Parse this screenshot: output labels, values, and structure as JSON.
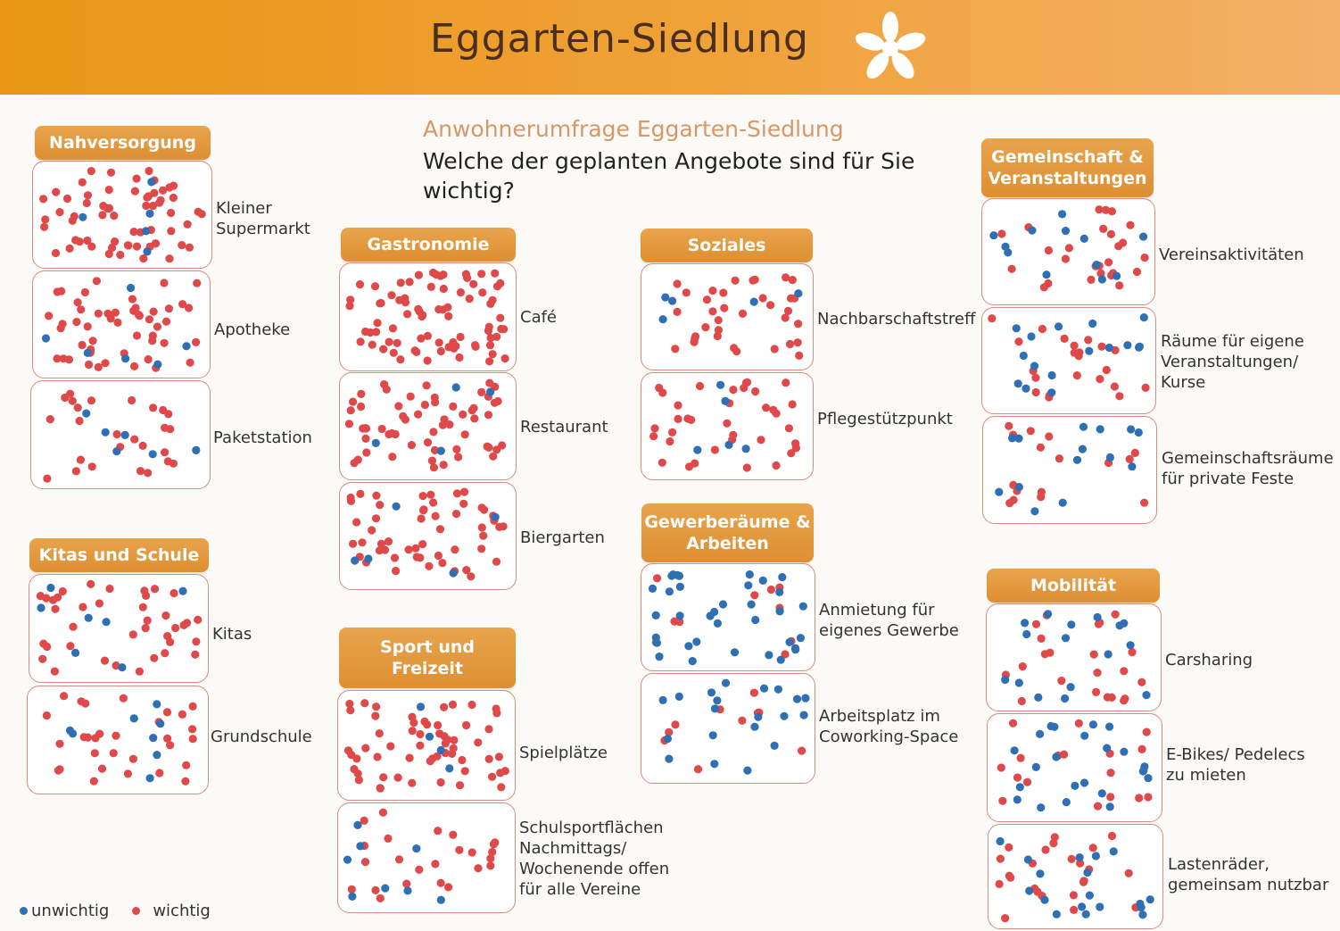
{
  "header": {
    "title": "Eggarten-Siedlung"
  },
  "survey": {
    "subtitle": "Anwohnerumfrage Eggarten-Siedlung",
    "question": "Welche der geplanten Angebote sind für Sie wichtig?"
  },
  "colors": {
    "header": "#e89614",
    "category": "#e0933a",
    "box_border": "#d98a82",
    "unwichtig": "#2f6fb3",
    "wichtig": "#e0494a"
  },
  "categories": [
    {
      "id": "nahversorgung",
      "label": "Nahversorgung"
    },
    {
      "id": "kitas",
      "label": "Kitas und Schule"
    },
    {
      "id": "gastronomie",
      "label": "Gastronomie"
    },
    {
      "id": "sport",
      "label": "Sport und Freizeit"
    },
    {
      "id": "soziales",
      "label": "Soziales"
    },
    {
      "id": "gewerbe",
      "label": "Gewerberäume & Arbeiten"
    },
    {
      "id": "gemeinschaft",
      "label": "Gemeinschaft & Veranstaltungen"
    },
    {
      "id": "mobilitaet",
      "label": "Mobilität"
    }
  ],
  "items": [
    {
      "label": "Kleiner Supermarkt",
      "wichtig": 62,
      "unwichtig": 5
    },
    {
      "label": "Apotheke",
      "wichtig": 50,
      "unwichtig": 6
    },
    {
      "label": "Paketstation",
      "wichtig": 26,
      "unwichtig": 6
    },
    {
      "label": "Kitas",
      "wichtig": 38,
      "unwichtig": 7
    },
    {
      "label": "Grundschule",
      "wichtig": 30,
      "unwichtig": 8
    },
    {
      "label": "Café",
      "wichtig": 78,
      "unwichtig": 0
    },
    {
      "label": "Restaurant",
      "wichtig": 58,
      "unwichtig": 4
    },
    {
      "label": "Biergarten",
      "wichtig": 52,
      "unwichtig": 5
    },
    {
      "label": "Spielplätze",
      "wichtig": 58,
      "unwichtig": 4
    },
    {
      "label": "Schulsportflächen Nachmittags/ Wochenende offen für alle Vereine",
      "wichtig": 24,
      "unwichtig": 8
    },
    {
      "label": "Nachbarschaftstreff",
      "wichtig": 35,
      "unwichtig": 5
    },
    {
      "label": "Pflegestützpunkt",
      "wichtig": 36,
      "unwichtig": 5
    },
    {
      "label": "Anmietung für eigenes Gewerbe",
      "wichtig": 10,
      "unwichtig": 35
    },
    {
      "label": "Arbeitsplatz im Coworking-Space",
      "wichtig": 10,
      "unwichtig": 20
    },
    {
      "label": "Vereinsaktivitäten",
      "wichtig": 26,
      "unwichtig": 12
    },
    {
      "label": "Räume für eigene Veranstaltungen/ Kurse",
      "wichtig": 22,
      "unwichtig": 16
    },
    {
      "label": "Gemeinschaftsräume für private Feste",
      "wichtig": 16,
      "unwichtig": 14
    },
    {
      "label": "Carsharing",
      "wichtig": 22,
      "unwichtig": 16
    },
    {
      "label": "E-Bikes/ Pedelecs zu mieten",
      "wichtig": 18,
      "unwichtig": 22
    },
    {
      "label": "Lastenräder, gemeinsam nutzbar",
      "wichtig": 24,
      "unwichtig": 18
    }
  ],
  "legend": {
    "unwichtig": "unwichtig",
    "wichtig": "wichtig"
  }
}
